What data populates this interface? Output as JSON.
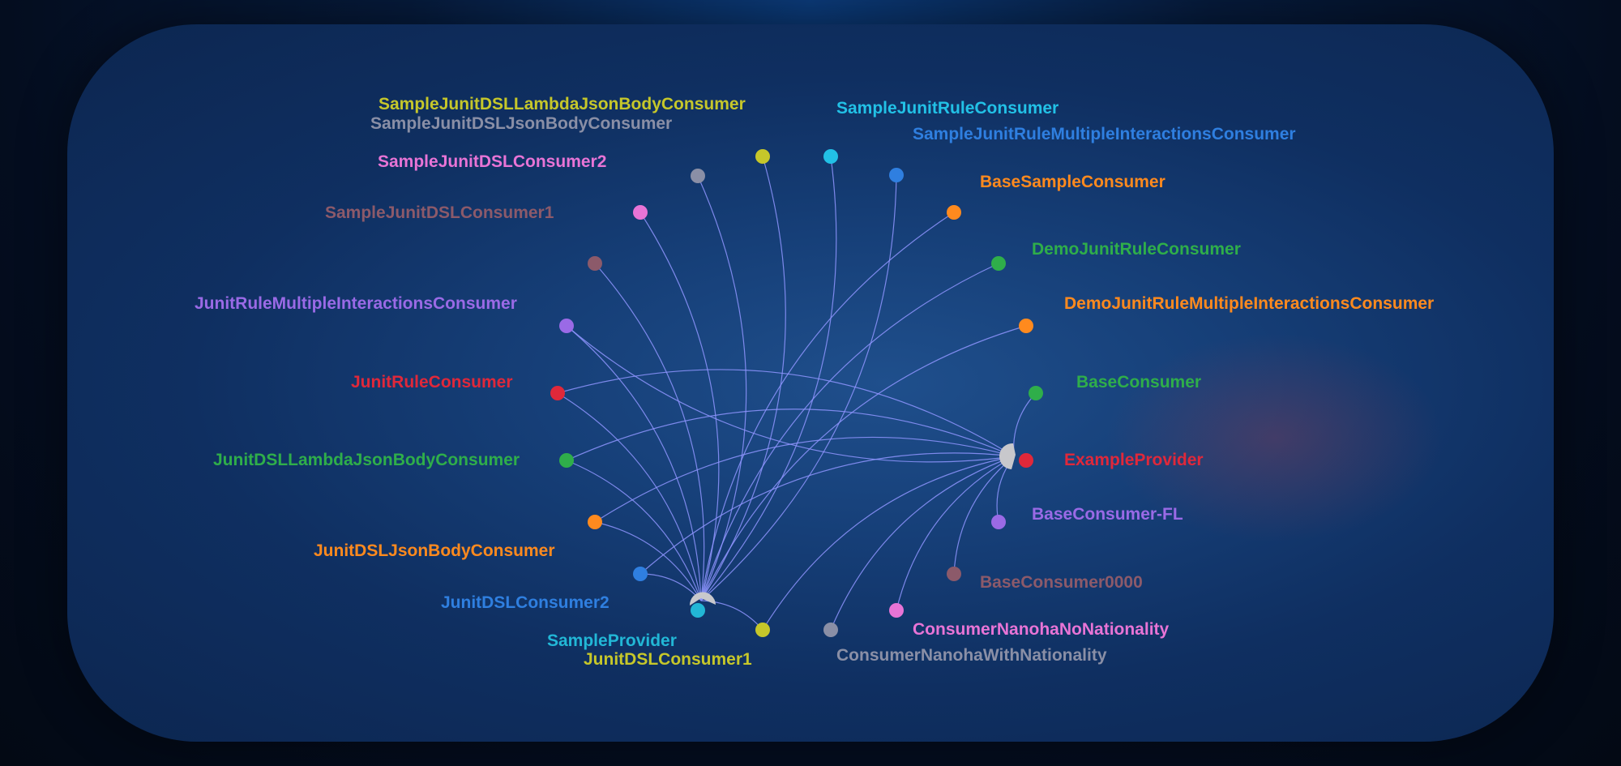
{
  "providers": [
    {
      "id": "sample-provider",
      "label": "SampleProvider",
      "color": "#22b7d6"
    },
    {
      "id": "example-provider",
      "label": "ExampleProvider",
      "color": "#e0283a"
    }
  ],
  "consumers": [
    {
      "id": "c0",
      "label": "SampleJunitDSLLambdaJsonBodyConsumer",
      "color": "#c6c72a",
      "providers": [
        "sample-provider"
      ]
    },
    {
      "id": "c1",
      "label": "SampleJunitDSLJsonBodyConsumer",
      "color": "#8a8fa6",
      "providers": [
        "sample-provider"
      ]
    },
    {
      "id": "c2",
      "label": "SampleJunitRuleConsumer",
      "color": "#22c1e6",
      "providers": [
        "sample-provider"
      ]
    },
    {
      "id": "c3",
      "label": "SampleJunitRuleMultipleInteractionsConsumer",
      "color": "#2f7fe0",
      "providers": [
        "sample-provider"
      ]
    },
    {
      "id": "c4",
      "label": "SampleJunitDSLConsumer2",
      "color": "#e874d6",
      "providers": [
        "sample-provider"
      ]
    },
    {
      "id": "c5",
      "label": "BaseSampleConsumer",
      "color": "#ff8a1e",
      "providers": [
        "sample-provider"
      ]
    },
    {
      "id": "c6",
      "label": "SampleJunitDSLConsumer1",
      "color": "#8c5a6a",
      "providers": [
        "sample-provider"
      ]
    },
    {
      "id": "c7",
      "label": "DemoJunitRuleConsumer",
      "color": "#2fae4a",
      "providers": [
        "sample-provider"
      ]
    },
    {
      "id": "c8",
      "label": "JunitRuleMultipleInteractionsConsumer",
      "color": "#9a6ae6",
      "providers": [
        "sample-provider",
        "example-provider"
      ]
    },
    {
      "id": "c9",
      "label": "DemoJunitRuleMultipleInteractionsConsumer",
      "color": "#ff8a1e",
      "providers": [
        "sample-provider"
      ]
    },
    {
      "id": "c10",
      "label": "JunitRuleConsumer",
      "color": "#e0283a",
      "providers": [
        "sample-provider",
        "example-provider"
      ]
    },
    {
      "id": "c11",
      "label": "BaseConsumer",
      "color": "#2fae4a",
      "providers": [
        "example-provider"
      ]
    },
    {
      "id": "c12",
      "label": "JunitDSLLambdaJsonBodyConsumer",
      "color": "#2fae4a",
      "providers": [
        "sample-provider",
        "example-provider"
      ]
    },
    {
      "id": "c13",
      "label": "JunitDSLJsonBodyConsumer",
      "color": "#ff8a1e",
      "providers": [
        "sample-provider",
        "example-provider"
      ]
    },
    {
      "id": "c14",
      "label": "BaseConsumer-FL",
      "color": "#9a6ae6",
      "providers": [
        "example-provider"
      ]
    },
    {
      "id": "c15",
      "label": "JunitDSLConsumer2",
      "color": "#2f7fe0",
      "providers": [
        "sample-provider",
        "example-provider"
      ]
    },
    {
      "id": "c16",
      "label": "BaseConsumer0000",
      "color": "#8c5a6a",
      "providers": [
        "example-provider"
      ]
    },
    {
      "id": "c17",
      "label": "JunitDSLConsumer1",
      "color": "#c6c72a",
      "providers": [
        "sample-provider",
        "example-provider"
      ]
    },
    {
      "id": "c18",
      "label": "ConsumerNanohaNoNationality",
      "color": "#e874d6",
      "providers": [
        "example-provider"
      ]
    },
    {
      "id": "c19",
      "label": "ConsumerNanohaWithNationality",
      "color": "#8a8fa6",
      "providers": [
        "example-provider"
      ]
    }
  ],
  "colors": {
    "edge": "#8f95ff",
    "provider_hub": "#c8c8cc"
  }
}
